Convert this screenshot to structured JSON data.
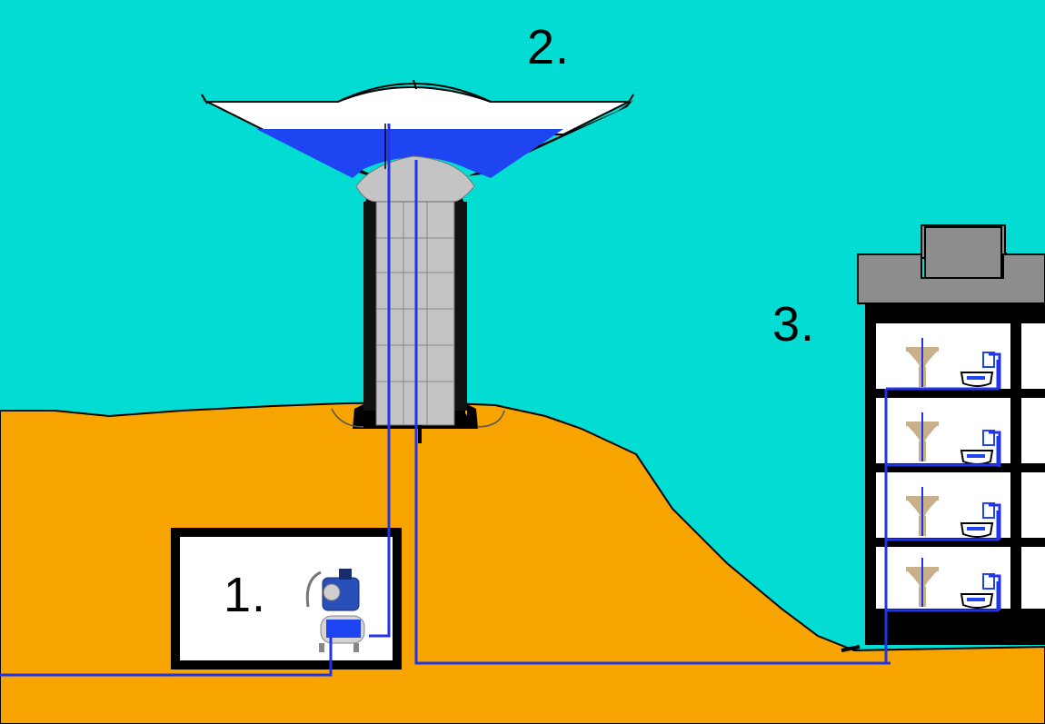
{
  "colors": {
    "sky": "#02dcd2",
    "ground": "#f8a400",
    "water": "#1f44f2",
    "pipe": "#2233e8",
    "concrete": "#c4c4c4",
    "outline": "#000000",
    "pump_room": "#ffffff",
    "building_roof": "#8d8d8d",
    "sink": "#c8b08a"
  },
  "labels": {
    "pump": "1.",
    "tower": "2.",
    "building": "3."
  },
  "icons": [
    "pump-icon",
    "sink-icon",
    "toilet-icon"
  ]
}
